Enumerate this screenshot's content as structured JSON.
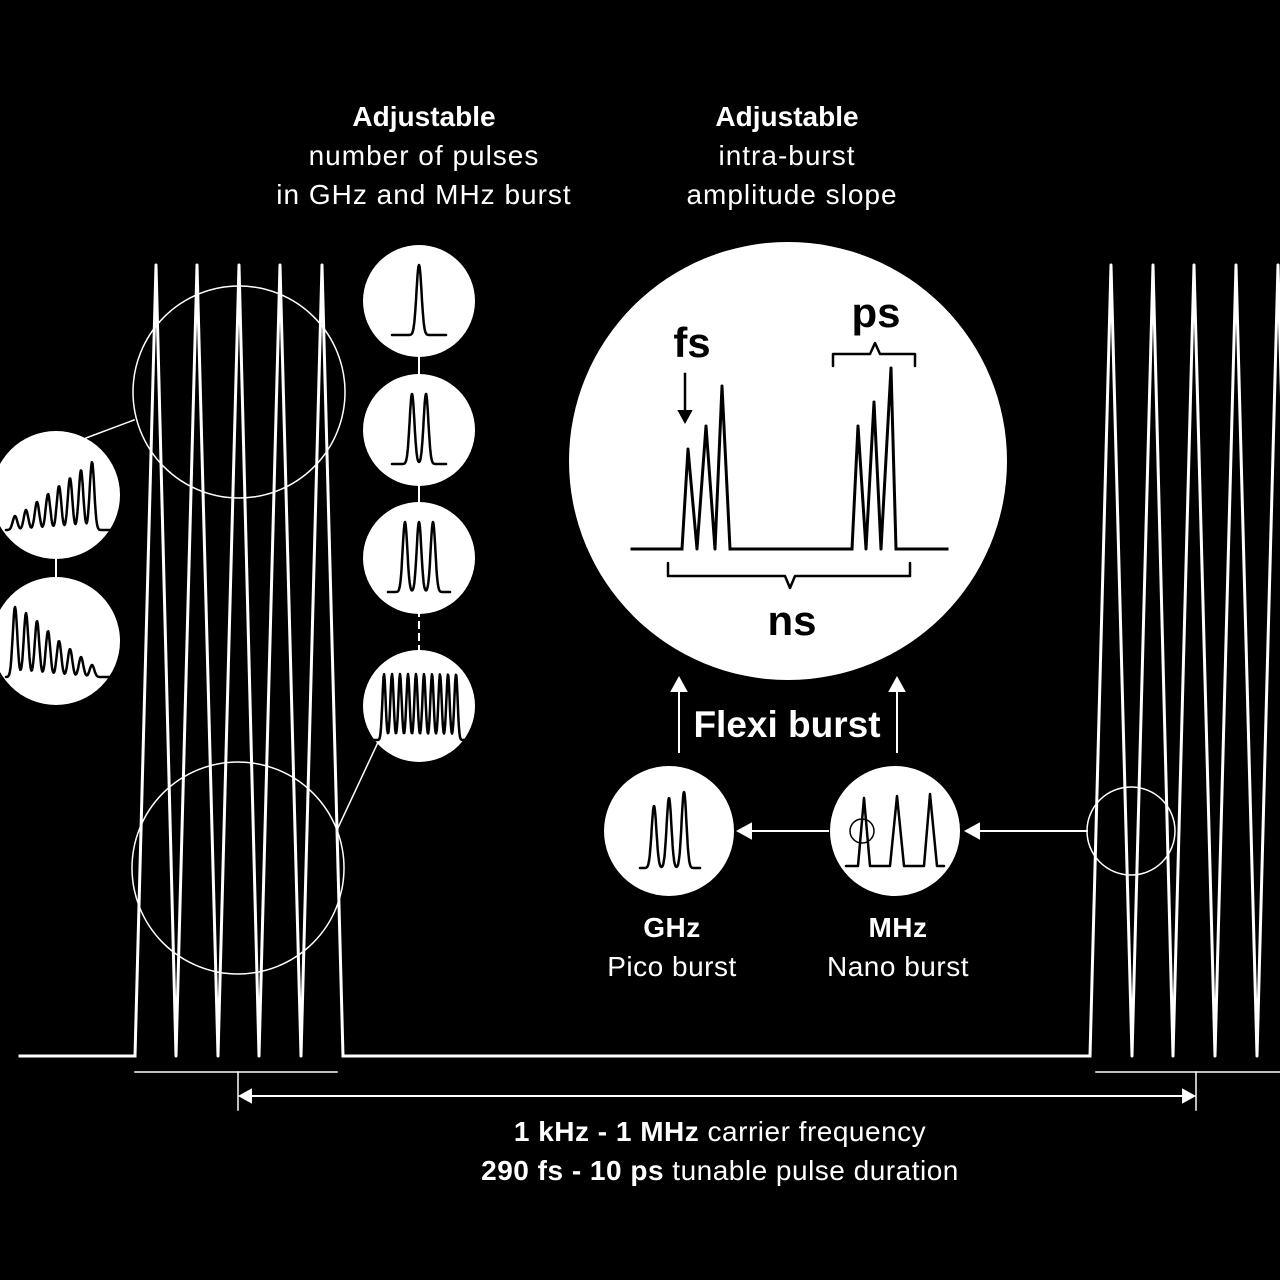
{
  "colors": {
    "background": "#000000",
    "foreground": "#ffffff",
    "ink": "#000000"
  },
  "headers": {
    "left": {
      "bold": "Adjustable",
      "line1": "number of pulses",
      "line2": "in GHz and MHz burst"
    },
    "right": {
      "bold": "Adjustable",
      "line1": "intra-burst",
      "line2": "amplitude slope"
    }
  },
  "zoom": {
    "fs": "fs",
    "ps": "ps",
    "ns": "ns"
  },
  "flexi": "Flexi burst",
  "ghz": {
    "bold": "GHz",
    "text": "Pico burst"
  },
  "mhz": {
    "bold": "MHz",
    "text": "Nano burst"
  },
  "footer": {
    "line1_bold": "1 kHz - 1 MHz",
    "line1_text": " carrier frequency",
    "line2_bold": "290 fs - 10 ps",
    "line2_text": " tunable pulse duration"
  }
}
